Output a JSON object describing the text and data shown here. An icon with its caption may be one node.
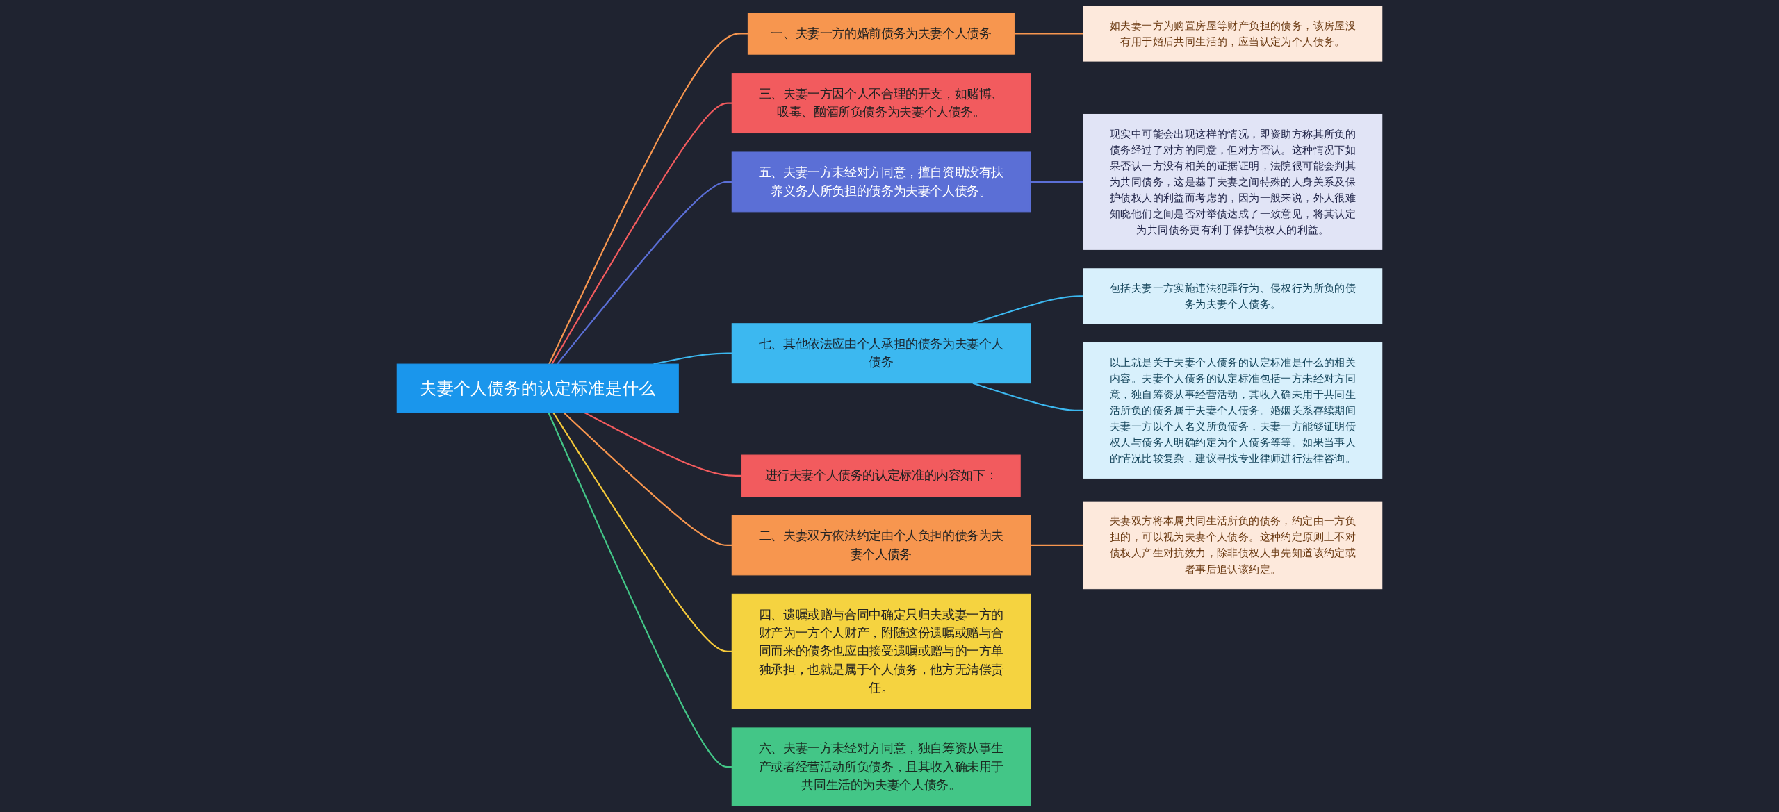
{
  "diagram": {
    "nodes": [
      {
        "text": [
          "夫妻个人债务的认定标准是什么"
        ]
      },
      {
        "text": [
          "一、夫妻一方的婚前债务为夫妻个人债务"
        ]
      },
      {
        "text": [
          "如夫妻一方为购置房屋等财产负担的债务，该房屋没有用于婚后共同生活的，应当认定为个人债务。"
        ]
      },
      {
        "text": [
          "三、夫妻一方因个人不合理的开支，如赌博、吸毒、酗酒所负债务为夫妻个人债务。"
        ]
      },
      {
        "text": [
          "五、夫妻一方未经对方同意，擅自资助没有扶养义务人所负担的债务为夫妻个人债务。"
        ]
      },
      {
        "text": [
          "现实中可能会出现这样的情况，即资助方称其所负的债务经过了对方的同意，但对方否认。这种情况下如果否认一方没有相关的证据证明，法院很可能会判其为共同债务，这是基于夫妻之间特殊的人身关系及保护债权人的利益而考虑的，因为一般来说，外人很难知晓他们之间是否对举债达成了一致意见，将其认定为共同债务更有利于保护债权人的利益。"
        ]
      },
      {
        "text": [
          "七、其他依法应由个人承担的债务为夫妻个人债务"
        ]
      },
      {
        "text": [
          "包括夫妻一方实施违法犯罪行为、侵权行为所负的债务为夫妻个人债务。"
        ]
      },
      {
        "text": [
          "以上就是关于夫妻个人债务的认定标准是什么的相关内容。夫妻个人债务的认定标准包括一方未经对方同意，独自筹资从事经营活动，其收入确未用于共同生活所负的债务属于夫妻个人债务。婚姻关系存续期间夫妻一方以个人名义所负债务，夫妻一方能够证明债权人与债务人明确约定为个人债务等等。如果当事人的情况比较复杂，建议寻找专业律师进行法律咨询。"
        ]
      },
      {
        "text": [
          "进行夫妻个人债务的认定标准的内容如下："
        ]
      },
      {
        "text": [
          "二、夫妻双方依法约定由个人负担的债务为夫妻个人债务"
        ]
      },
      {
        "text": [
          "夫妻双方将本属共同生活所负的债务，约定由一方负担的，可以视为夫妻个人债务。这种约定原则上不对债权人产生对抗效力，除非债权人事先知道该约定或者事后追认该约定。"
        ]
      },
      {
        "text": [
          "四、遗嘱或赠与合同中确定只归夫或妻一方的财产为一方个人财产，附随这份遗嘱或赠与合同而来的债务也应由接受遗嘱或赠与的一方单独承担，也就是属于个人债务，他方无清偿责任。"
        ]
      },
      {
        "text": [
          "六、夫妻一方未经对方同意，独自筹资从事生产或者经营活动所负债务，且其收入确未用于共同生活的为夫妻个人债务。"
        ]
      }
    ],
    "edges": [
      {
        "from": 0,
        "to": 1,
        "arrow": "none",
        "color": "#f7964f"
      },
      {
        "from": 1,
        "to": 2,
        "arrow": "none",
        "color": "#f7964f"
      },
      {
        "from": 0,
        "to": 3,
        "arrow": "none",
        "color": "#f25b5e"
      },
      {
        "from": 0,
        "to": 4,
        "arrow": "none",
        "color": "#5b6fd6"
      },
      {
        "from": 4,
        "to": 5,
        "arrow": "none",
        "color": "#5b6fd6"
      },
      {
        "from": 0,
        "to": 6,
        "arrow": "none",
        "color": "#3cb8f0"
      },
      {
        "from": 6,
        "to": 7,
        "arrow": "none",
        "color": "#3cb8f0"
      },
      {
        "from": 6,
        "to": 8,
        "arrow": "none",
        "color": "#3cb8f0"
      },
      {
        "from": 0,
        "to": 9,
        "arrow": "none",
        "color": "#f25b5e"
      },
      {
        "from": 0,
        "to": 10,
        "arrow": "none",
        "color": "#f7964f"
      },
      {
        "from": 10,
        "to": 11,
        "arrow": "none",
        "color": "#f7964f"
      },
      {
        "from": 0,
        "to": 12,
        "arrow": "none",
        "color": "#f5c93a"
      },
      {
        "from": 0,
        "to": 13,
        "arrow": "none",
        "color": "#43c687"
      }
    ]
  }
}
